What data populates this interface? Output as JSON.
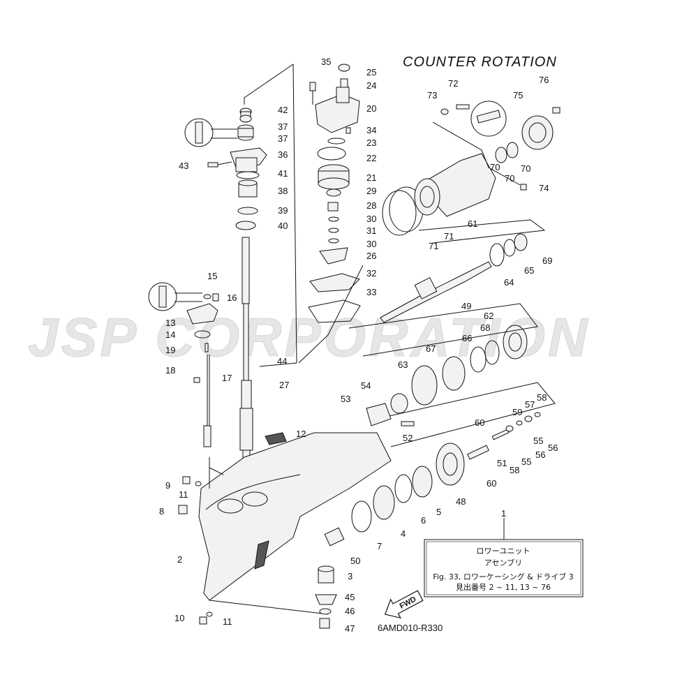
{
  "header": {
    "title": "COUNTER  ROTATION"
  },
  "watermark": "JSP CORPORATION",
  "caption_box": {
    "number": "1",
    "line1": "ロワーユニット",
    "line2": "アセンブリ",
    "line3": "Fig. 33, ロワーケーシング & ドライブ 3",
    "line4": "見出番号 2 ~ 11, 13 ~ 76"
  },
  "fwd_label": "FWD",
  "diagram_code": "6AMD010-R330",
  "callouts": [
    "35",
    "25",
    "24",
    "20",
    "34",
    "23",
    "22",
    "21",
    "29",
    "28",
    "30",
    "31",
    "30",
    "26",
    "32",
    "33",
    "42",
    "37",
    "37",
    "36",
    "43",
    "41",
    "38",
    "39",
    "40",
    "15",
    "16",
    "13",
    "14",
    "19",
    "18",
    "17",
    "44",
    "27",
    "12",
    "9",
    "11",
    "8",
    "2",
    "10",
    "11",
    "3",
    "45",
    "46",
    "47",
    "50",
    "7",
    "4",
    "6",
    "5",
    "48",
    "51",
    "58",
    "55",
    "56",
    "56",
    "55",
    "57",
    "58",
    "59",
    "60",
    "60",
    "52",
    "53",
    "54",
    "63",
    "67",
    "66",
    "68",
    "62",
    "49",
    "64",
    "65",
    "69",
    "61",
    "71",
    "71",
    "70",
    "70",
    "70",
    "74",
    "73",
    "72",
    "75",
    "76"
  ],
  "colors": {
    "line": "#111111",
    "watermark": "#e6e6e6",
    "part_fill": "#f2f2f2"
  }
}
